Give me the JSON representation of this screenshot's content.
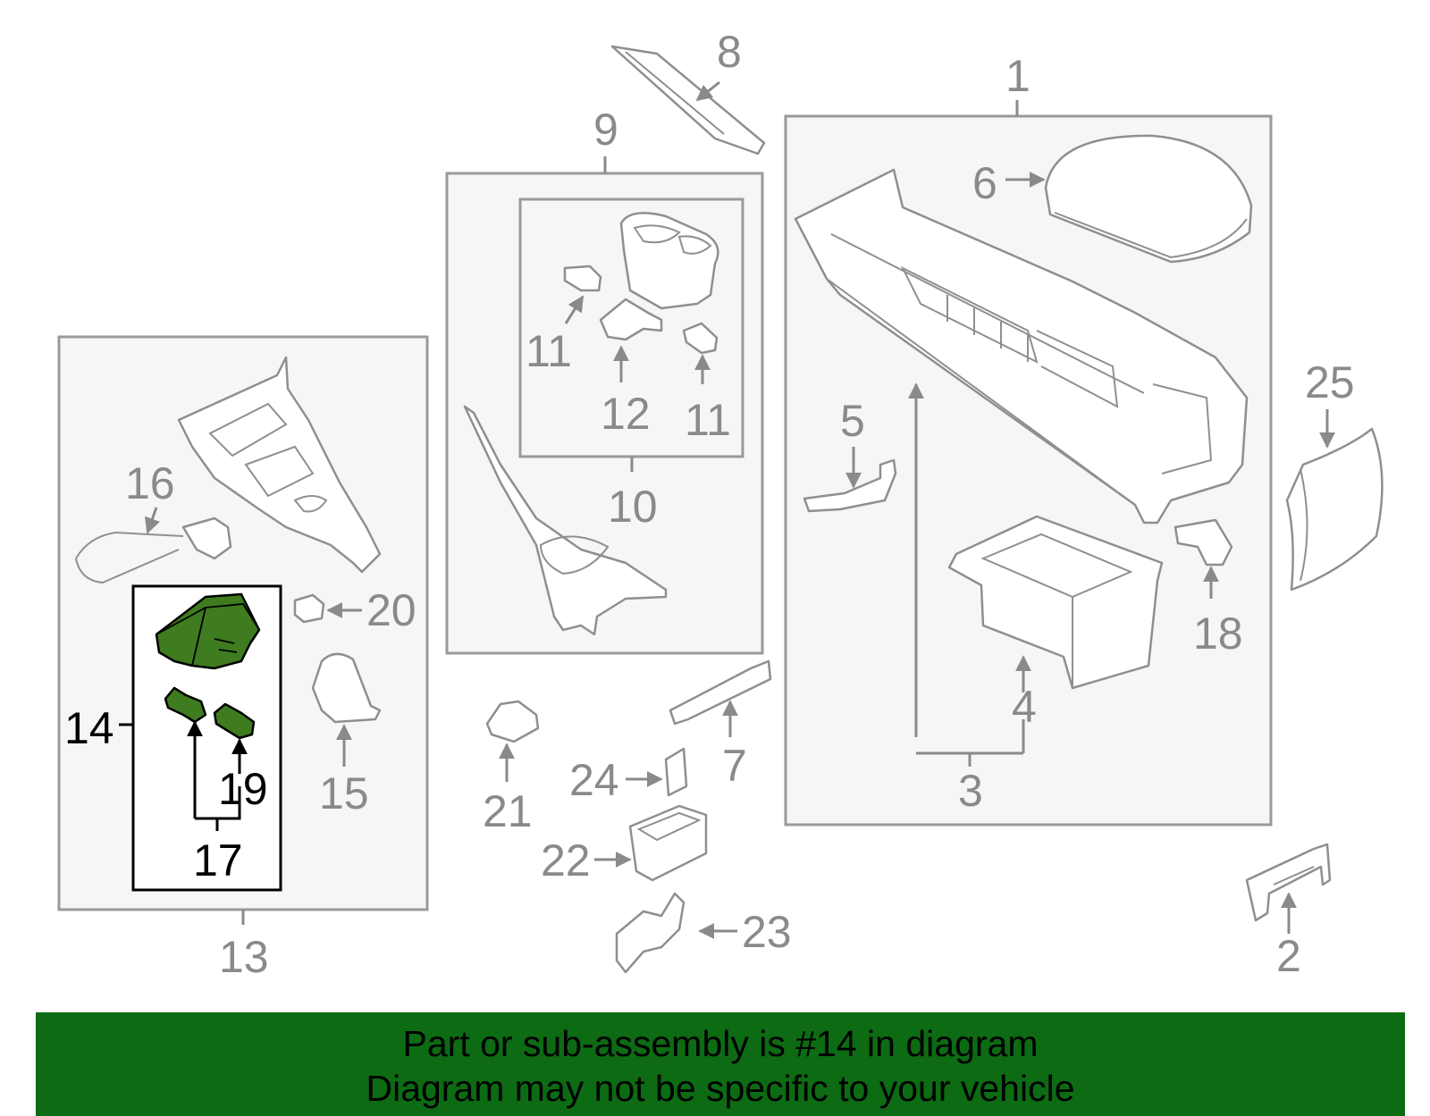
{
  "callouts": {
    "c1": "1",
    "c2": "2",
    "c3": "3",
    "c4": "4",
    "c5": "5",
    "c6": "6",
    "c7": "7",
    "c8": "8",
    "c9": "9",
    "c10": "10",
    "c11a": "11",
    "c11b": "11",
    "c12": "12",
    "c13": "13",
    "c14": "14",
    "c15": "15",
    "c16": "16",
    "c17": "17",
    "c18": "18",
    "c19": "19",
    "c20": "20",
    "c21": "21",
    "c22": "22",
    "c23": "23",
    "c24": "24",
    "c25": "25"
  },
  "highlighted_part": "14",
  "colors": {
    "highlight_fill": "#3e7c1f",
    "banner_background": "#0c6b13",
    "diagram_line": "#8a8a8a"
  },
  "banner": {
    "line1": "Part or sub-assembly is #14 in diagram",
    "line2": "Diagram may not be specific to your vehicle"
  }
}
